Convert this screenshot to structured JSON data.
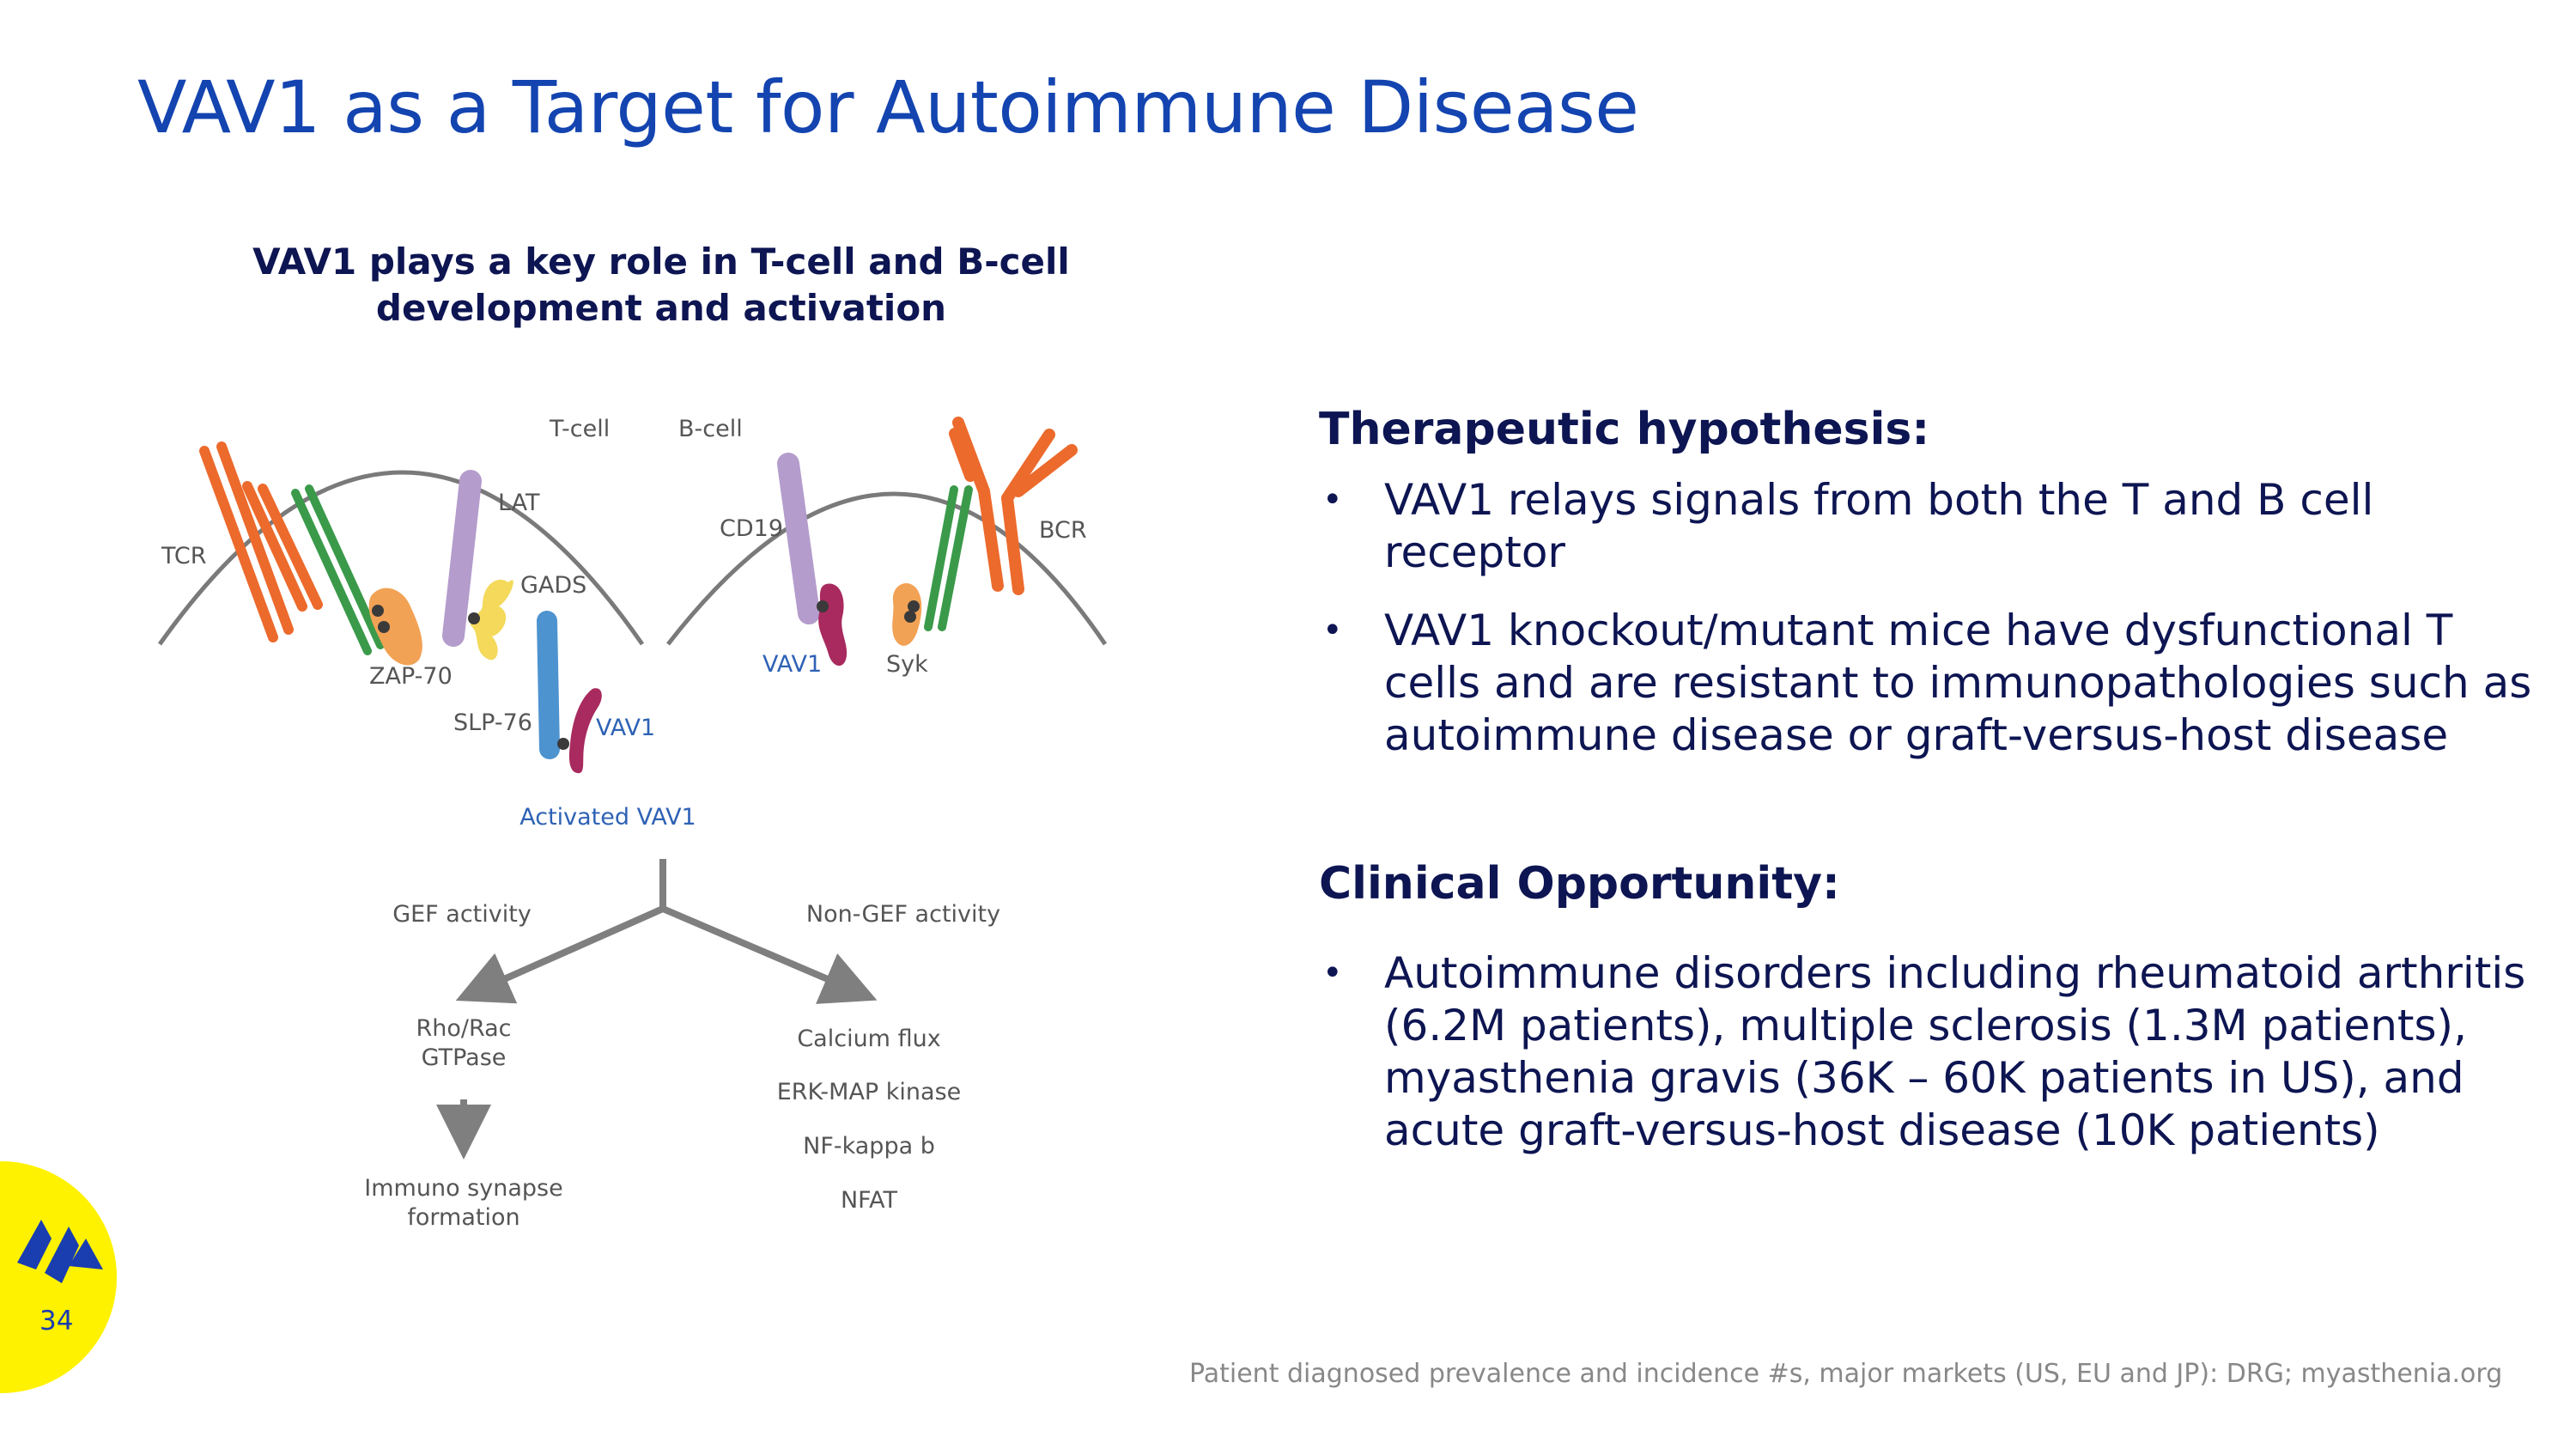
{
  "slide": {
    "title": "VAV1 as a Target for Autoimmune Disease",
    "page_number": "34",
    "footnote": "Patient diagnosed prevalence and incidence #s, major markets (US, EU and JP): DRG; myasthenia.org"
  },
  "diagram": {
    "heading_line1": "VAV1 plays a key role in T-cell and B-cell",
    "heading_line2": "development and activation",
    "labels": {
      "t_cell": "T-cell",
      "b_cell": "B-cell",
      "tcr": "TCR",
      "lat": "LAT",
      "gads": "GADS",
      "zap70": "ZAP-70",
      "slp76": "SLP-76",
      "vav1_t": "VAV1",
      "cd19": "CD19",
      "bcr": "BCR",
      "vav1_b": "VAV1",
      "syk": "Syk",
      "activated_vav1": "Activated VAV1",
      "gef_activity": "GEF activity",
      "non_gef_activity": "Non-GEF activity",
      "rho_rac_1": "Rho/Rac",
      "rho_rac_2": "GTPase",
      "immuno_1": "Immuno synapse",
      "immuno_2": "formation",
      "calcium_flux": "Calcium flux",
      "erk_map": "ERK-MAP kinase",
      "nf_kappa": "NF-kappa b",
      "nfat": "NFAT"
    },
    "colors": {
      "orange": "#ec6a2c",
      "green": "#3a9a4a",
      "purple": "#b49ccc",
      "yellow": "#f4d95a",
      "peach": "#f2a255",
      "blue": "#4d93d0",
      "magenta": "#a82a5e",
      "membrane": "#7a7a7a",
      "arrow": "#7f7f7f"
    }
  },
  "therapeutic": {
    "heading": "Therapeutic hypothesis:",
    "bullets": [
      "VAV1 relays signals from both the T and B cell receptor",
      "VAV1 knockout/mutant mice have dysfunctional T cells and are resistant to immunopathologies such as autoimmune disease or graft-versus-host disease"
    ]
  },
  "clinical": {
    "heading": "Clinical Opportunity:",
    "bullets": [
      "Autoimmune disorders including rheumatoid arthritis (6.2M patients), multiple sclerosis (1.3M patients), myasthenia gravis (36K – 60K patients in US), and acute graft-versus-host disease (10K patients)"
    ]
  },
  "theme": {
    "title_color": "#1344b0",
    "text_navy": "#0d1552",
    "badge_yellow": "#fff200"
  }
}
